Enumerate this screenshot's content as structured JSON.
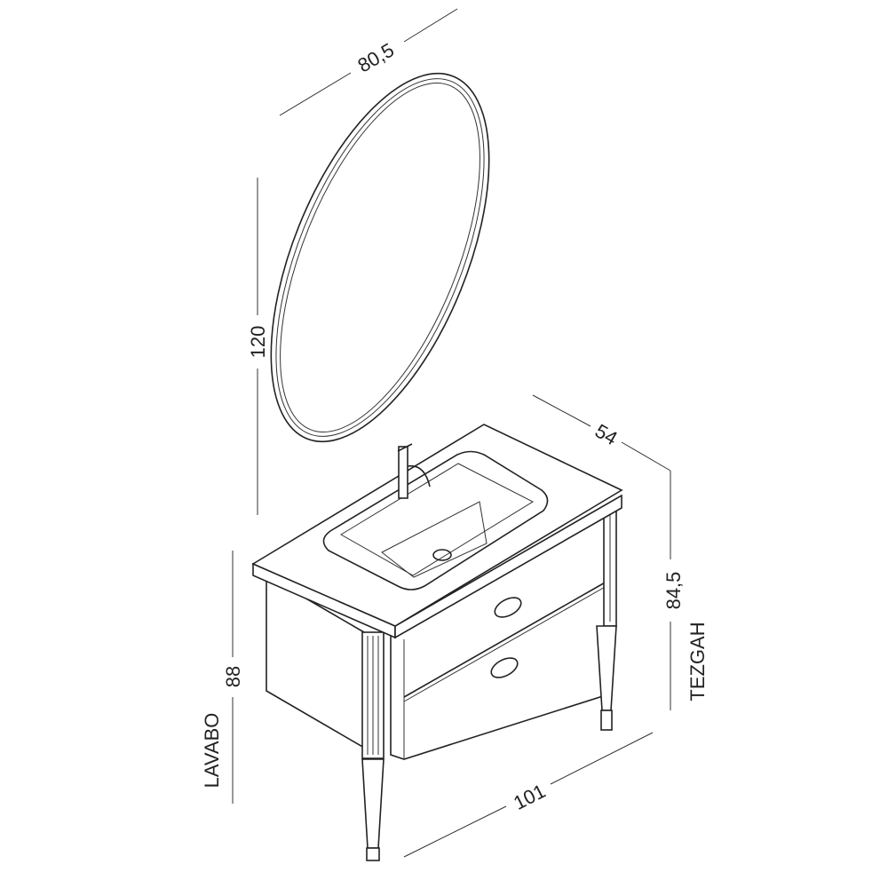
{
  "dimensions": {
    "mirror_width": "80,5",
    "mirror_height": "120",
    "depth": "54",
    "counter_height": "84,5",
    "counter_label": "TEZGAH",
    "sink_height": "88",
    "sink_label": "LAVABO",
    "width": "101"
  },
  "colors": {
    "line": "#222222",
    "background": "#ffffff"
  }
}
